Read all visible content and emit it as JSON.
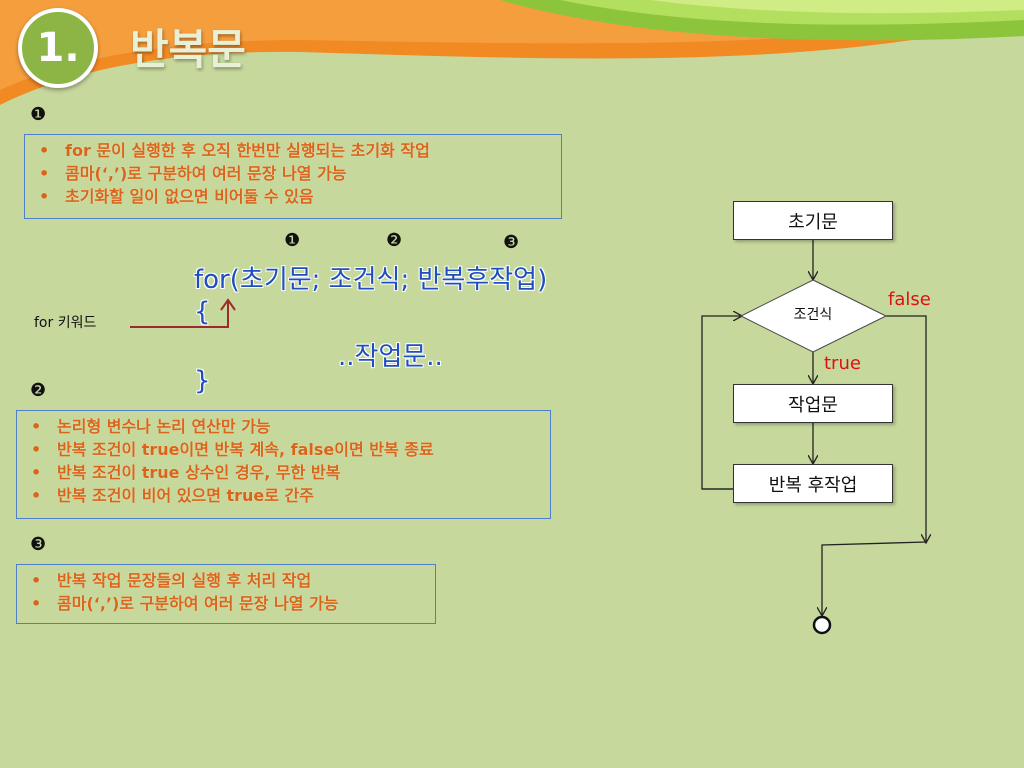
{
  "header": {
    "number": "1.",
    "title": "반복문"
  },
  "markers": {
    "one": "❶",
    "two": "❷",
    "three": "❸"
  },
  "notes": {
    "init": [
      "for 문이 실행한 후 오직 한번만 실행되는 초기화 작업",
      "콤마(‘,’)로 구분하여 여러 문장 나열 가능",
      "초기화할 일이 없으면 비어둘 수 있음"
    ],
    "condition": [
      "논리형 변수나 논리 연산만 가능",
      "반복 조건이 true이면 반복 계속, false이면 반복 종료",
      "반복 조건이 true 상수인 경우, 무한 반복",
      "반복 조건이 비어 있으면 true로 간주"
    ],
    "update": [
      "반복 작업 문장들의 실행 후 처리 작업",
      "콤마(‘,’)로 구분하여 여러 문장 나열 가능"
    ]
  },
  "code": {
    "line1": "for(초기문; 조건식; 반복후작업)",
    "open_brace": "{",
    "body": "..작업문..",
    "close_brace": "}",
    "keyword_label": "for 키워드"
  },
  "flowchart": {
    "init": "초기문",
    "condition": "조건식",
    "body": "작업문",
    "update": "반복 후작업",
    "false_label": "false",
    "true_label": "true"
  },
  "colors": {
    "background": "#c6d89c",
    "accent_orange": "#f07c1e",
    "note_text": "#d9641c",
    "code_blue": "#1f4fbf",
    "label_red": "#dd1111"
  }
}
